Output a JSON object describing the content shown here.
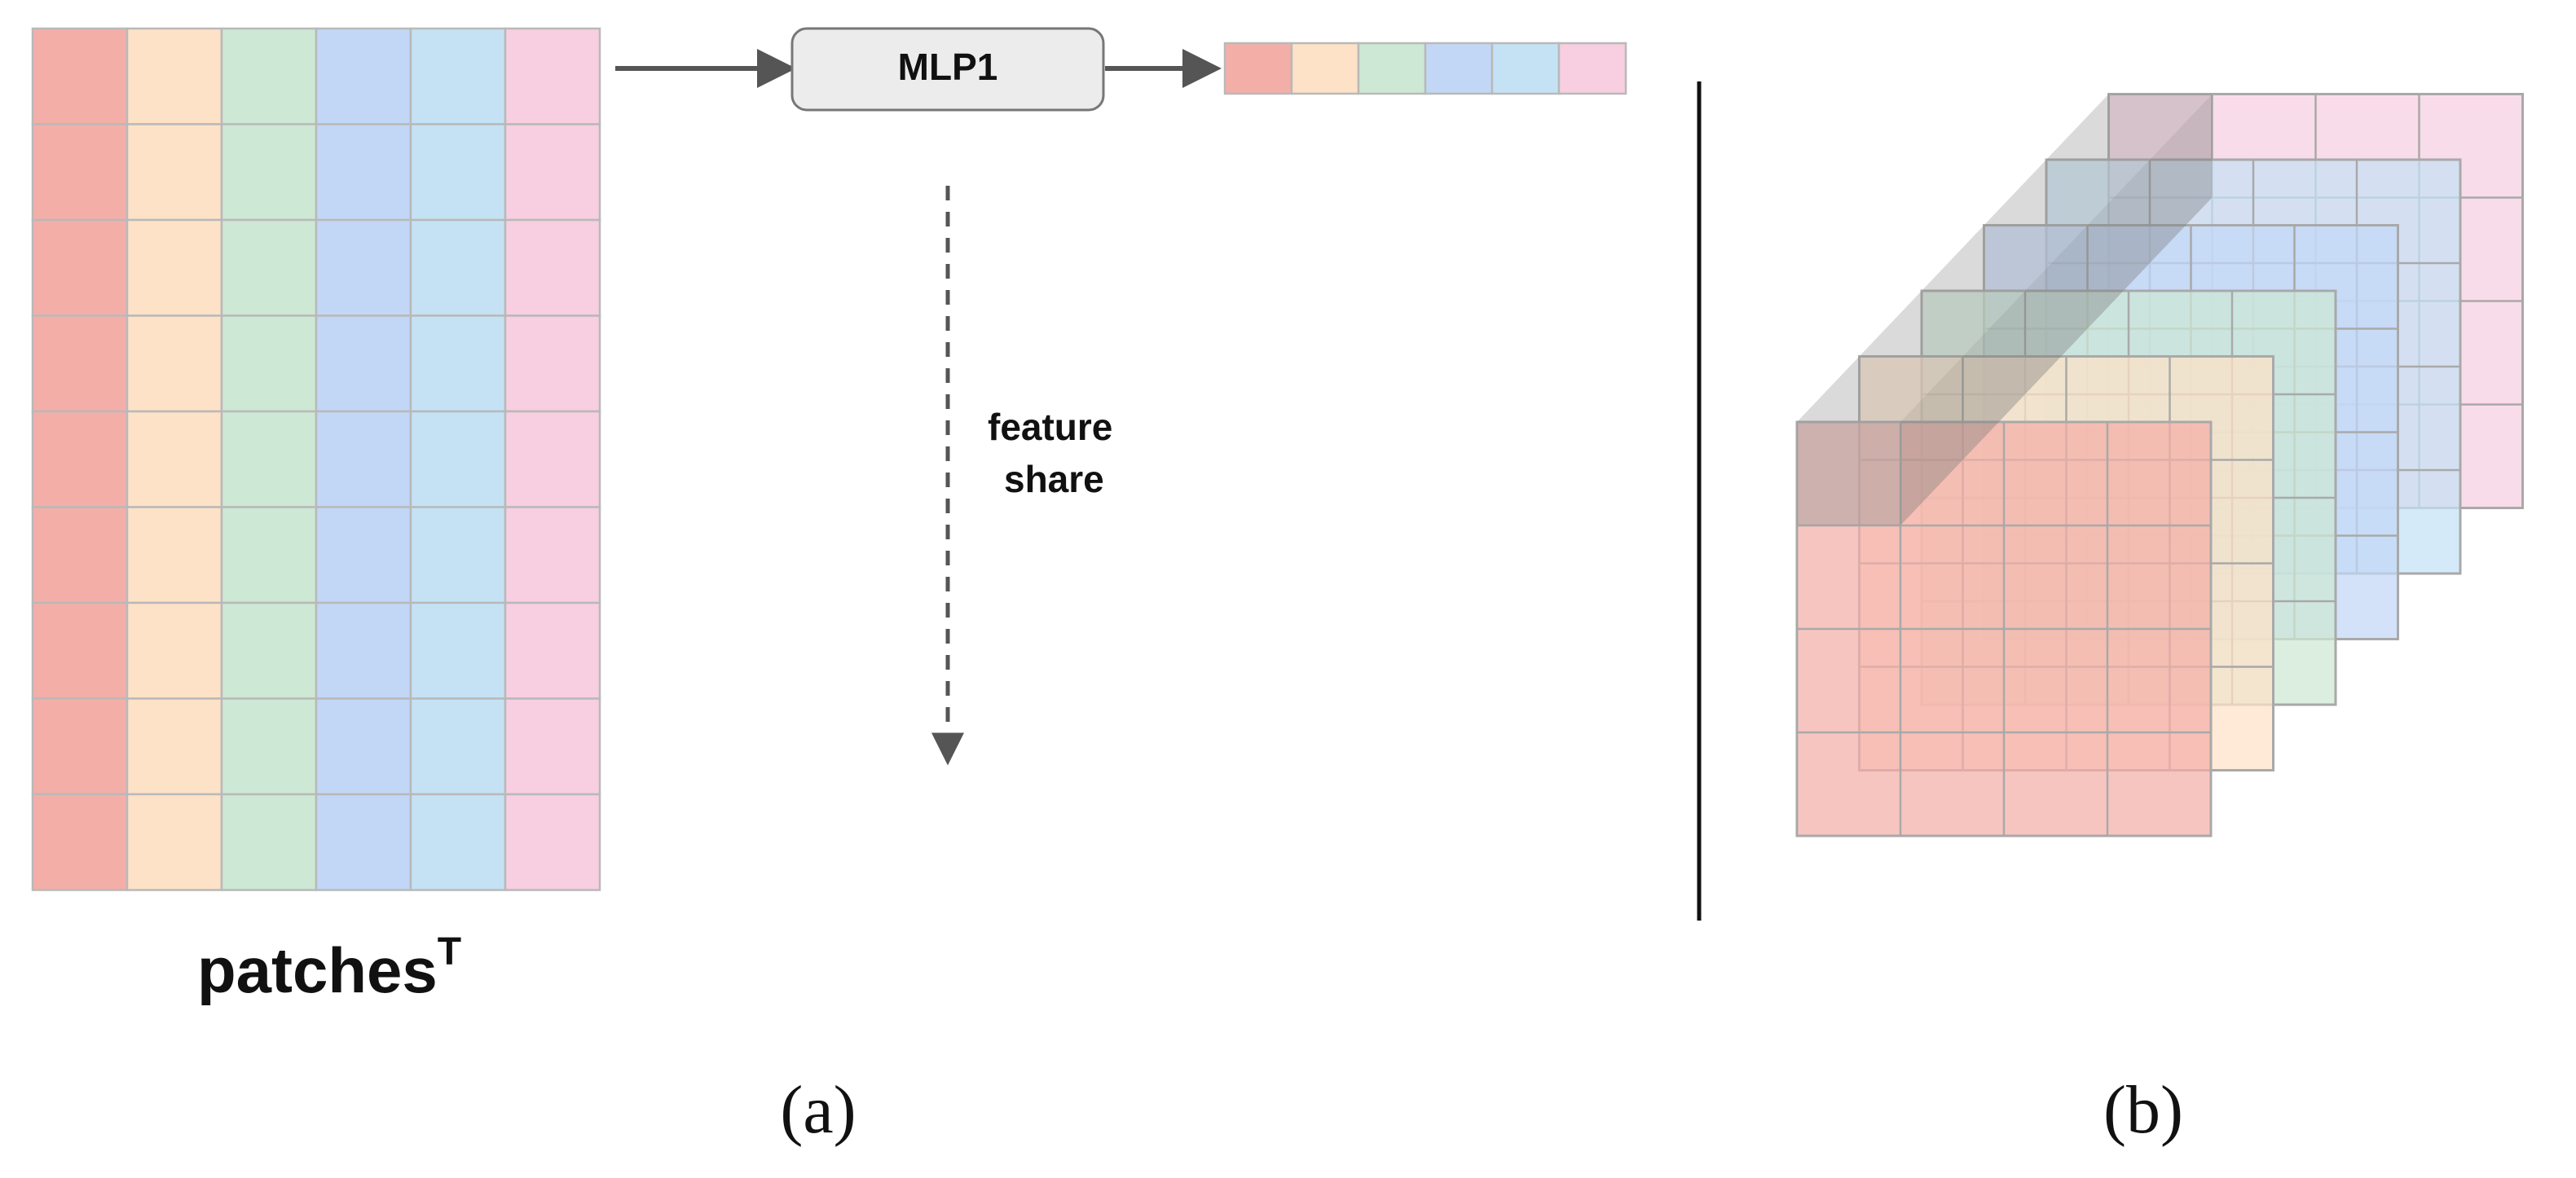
{
  "panel_a": {
    "matrix_label": "patches",
    "matrix_label_sup": "T",
    "mlp_label": "MLP1",
    "share_label_line1": "feature",
    "share_label_line2": "share",
    "caption": "(a)"
  },
  "panel_b": {
    "caption": "(b)"
  },
  "colors": {
    "red": "#f4aea8",
    "peach": "#fde2c7",
    "green": "#cde8d4",
    "blue": "#c2d7f6",
    "sky": "#c5e2f5",
    "pink": "#f7cfe0",
    "grid_line": "#b9b9b9",
    "arrow": "#555555",
    "mlp_fill": "#ececec",
    "mlp_stroke": "#777777"
  },
  "structure": {
    "matrix_columns": 6,
    "matrix_rows": 9,
    "stack_layers": 6,
    "layer_grid": 4
  }
}
